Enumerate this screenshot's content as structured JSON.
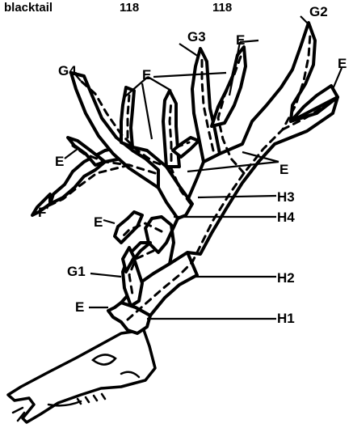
{
  "header": {
    "species": "blacktail",
    "score_1": "118",
    "score_2": "118"
  },
  "labels": {
    "g1": "G1",
    "g2": "G2",
    "g3": "G3",
    "g4": "G4",
    "h1": "H1",
    "h2": "H2",
    "h3": "H3",
    "h4": "H4",
    "e": "E",
    "f": "F"
  }
}
